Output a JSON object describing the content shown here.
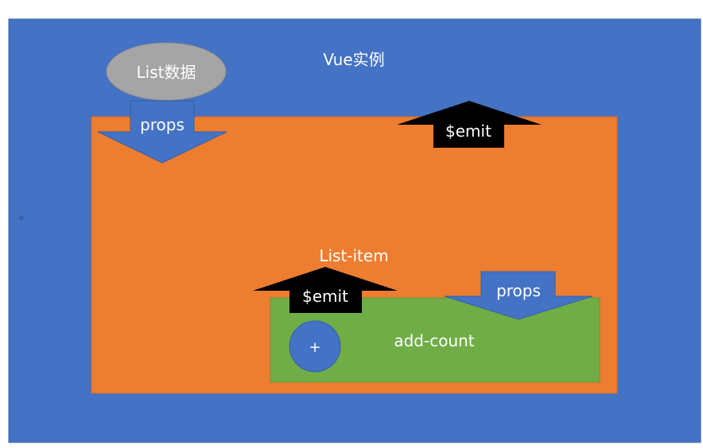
{
  "diagram": {
    "outer_label": "Vue实例",
    "data_ellipse_label": "List数据",
    "outer_props_label": "props",
    "outer_emit_label": "$emit",
    "list_item_label": "List-item",
    "inner_emit_label": "$emit",
    "inner_props_label": "props",
    "add_count_label": "add-count",
    "plus_button_label": "+"
  },
  "colors": {
    "vue_instance": "#4472c4",
    "list_item": "#ed7d31",
    "add_count": "#70ad47",
    "ellipse": "#a5a5a5",
    "emit_arrow": "#000000",
    "props_arrow": "#4472c4",
    "text": "#ffffff"
  }
}
